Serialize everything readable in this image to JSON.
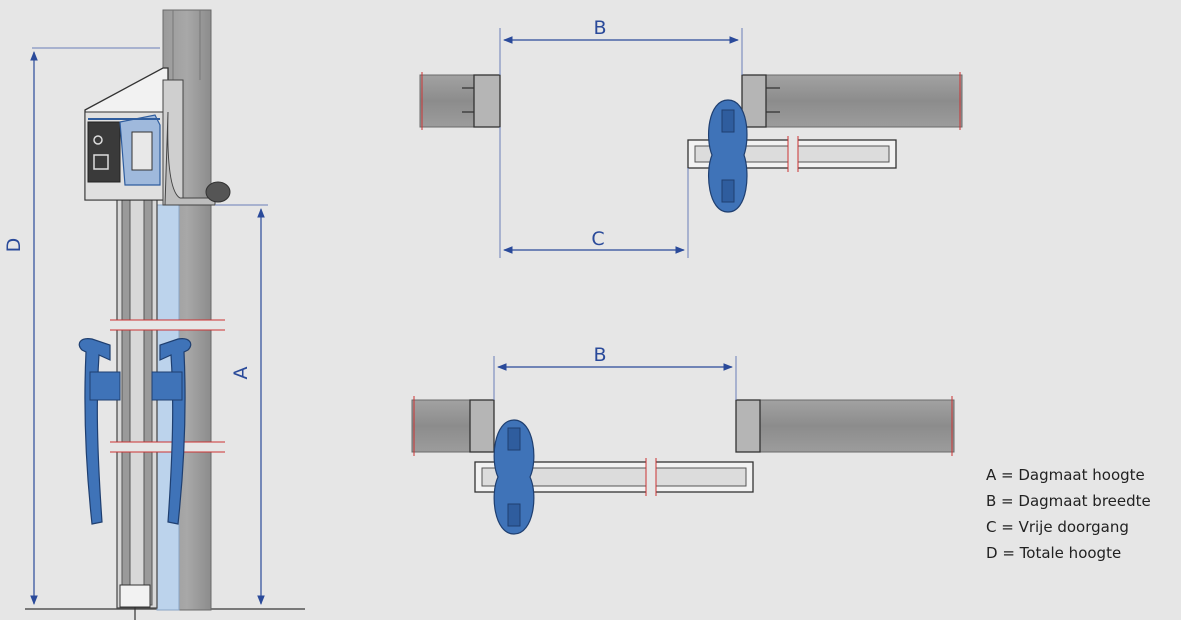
{
  "colors": {
    "background": "#e6e6e6",
    "dimension_line": "#2a4a9a",
    "handle_blue": "#3f73b8",
    "glass": "#bcd3ec",
    "profile_grey": "#8f8f8f",
    "cut_mark": "#cc3333"
  },
  "labels": {
    "side_total_height": "D",
    "side_clear_height": "A",
    "top_clear_width": "B",
    "top_free_passage": "C",
    "bottom_clear_width": "B"
  },
  "legend": [
    "A = Dagmaat hoogte",
    "B = Dagmaat breedte",
    "C = Vrije doorgang",
    "D = Totale hoogte"
  ]
}
